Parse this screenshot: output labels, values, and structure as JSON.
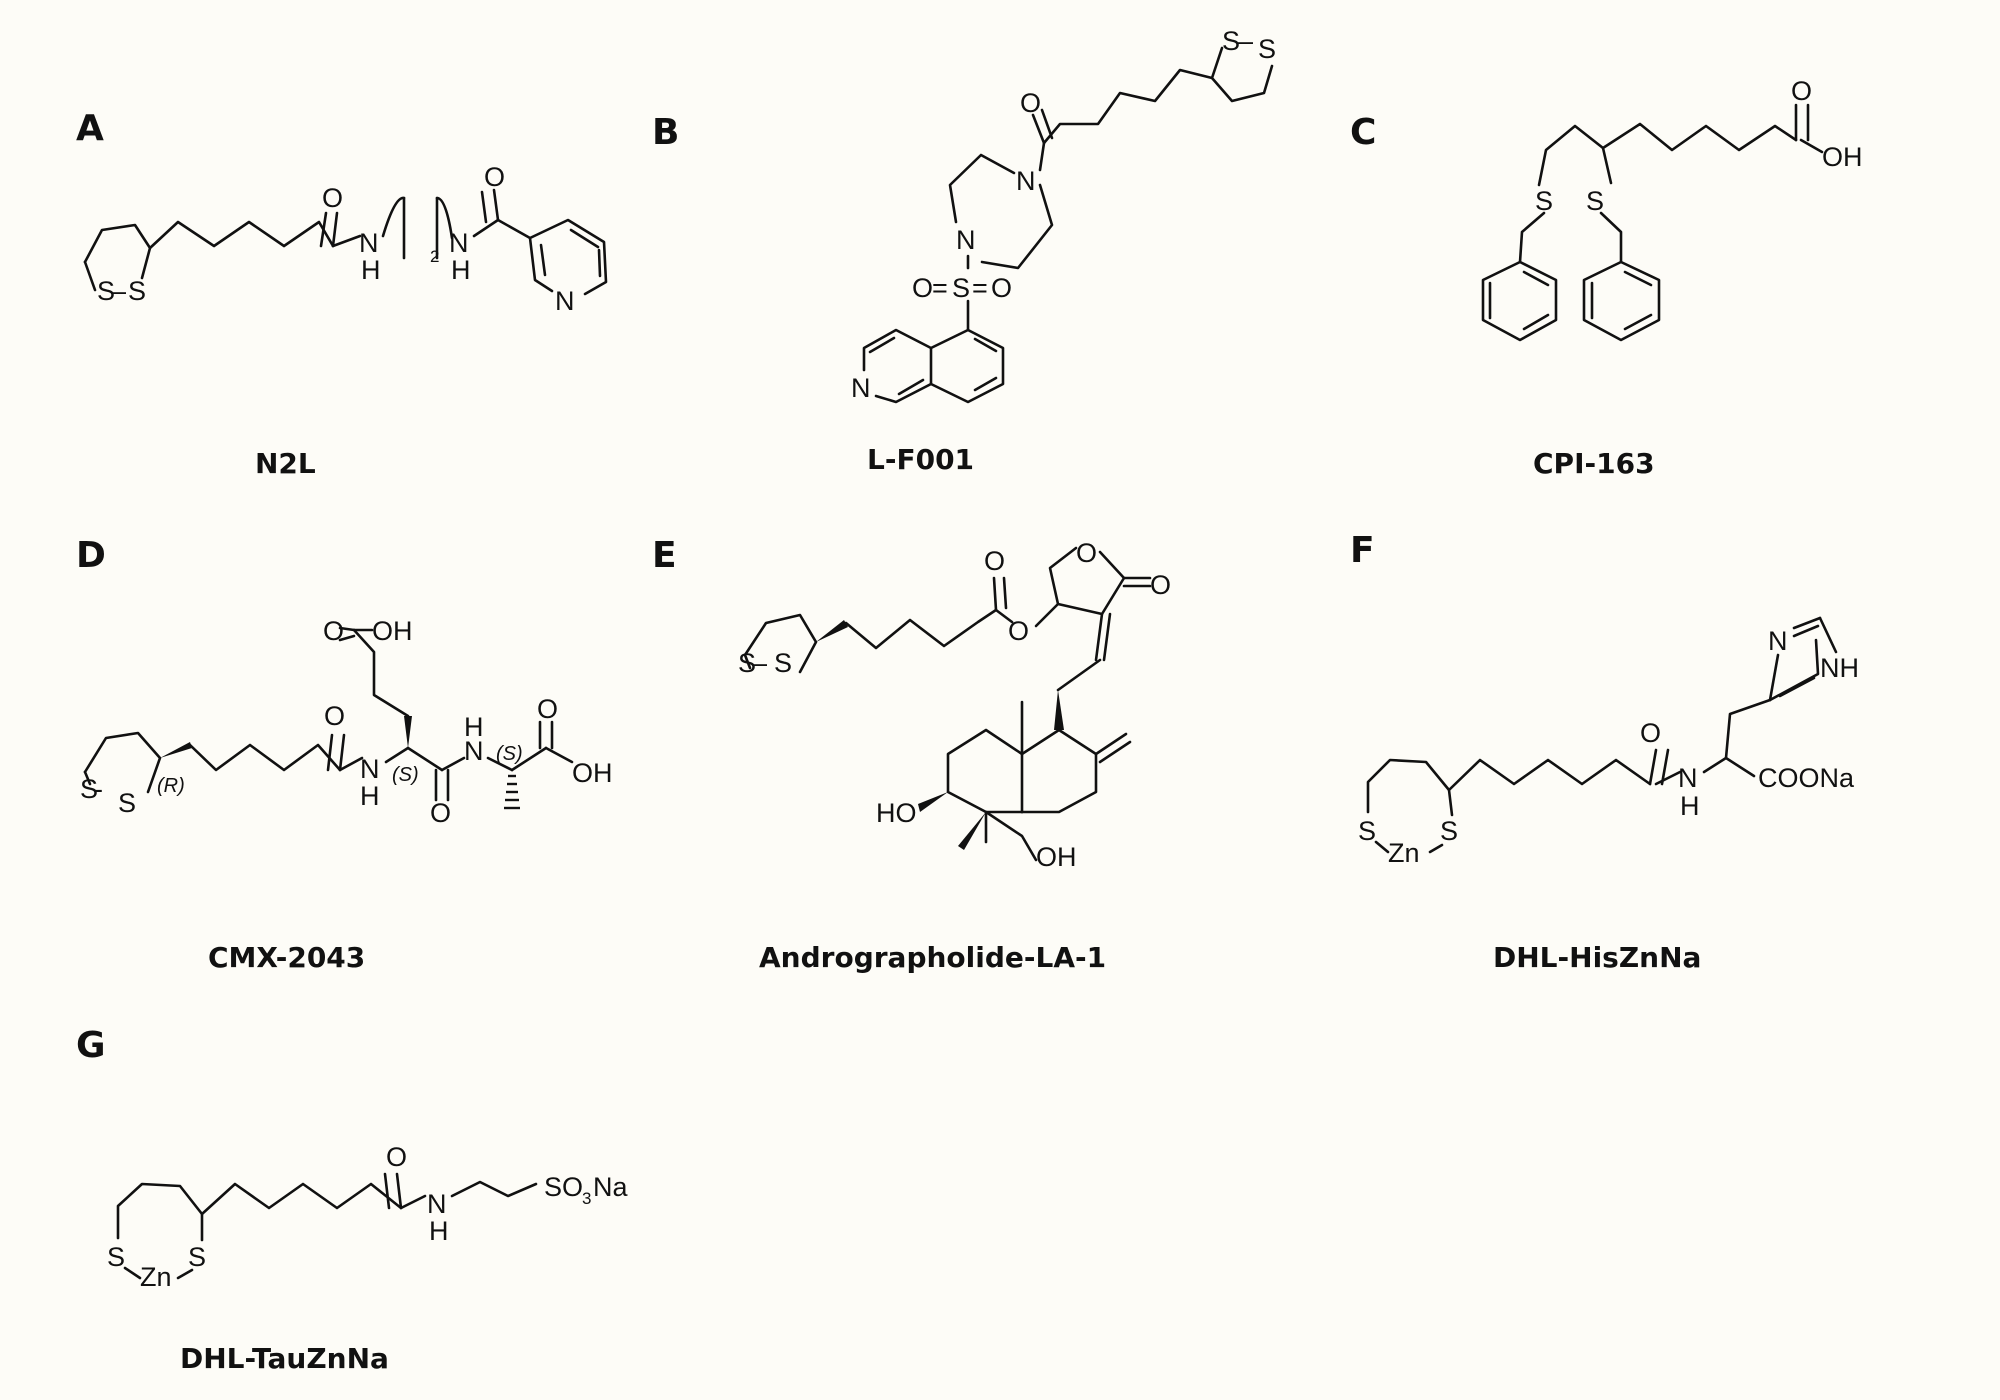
{
  "panels": [
    {
      "letter": "A",
      "name": "N2L"
    },
    {
      "letter": "B",
      "name": "L-F001"
    },
    {
      "letter": "C",
      "name": "CPI-163"
    },
    {
      "letter": "D",
      "name": "CMX-2043"
    },
    {
      "letter": "E",
      "name": "Andrographolide-LA-1"
    },
    {
      "letter": "F",
      "name": "DHL-HisZnNa"
    },
    {
      "letter": "G",
      "name": "DHL-TauZnNa"
    }
  ]
}
